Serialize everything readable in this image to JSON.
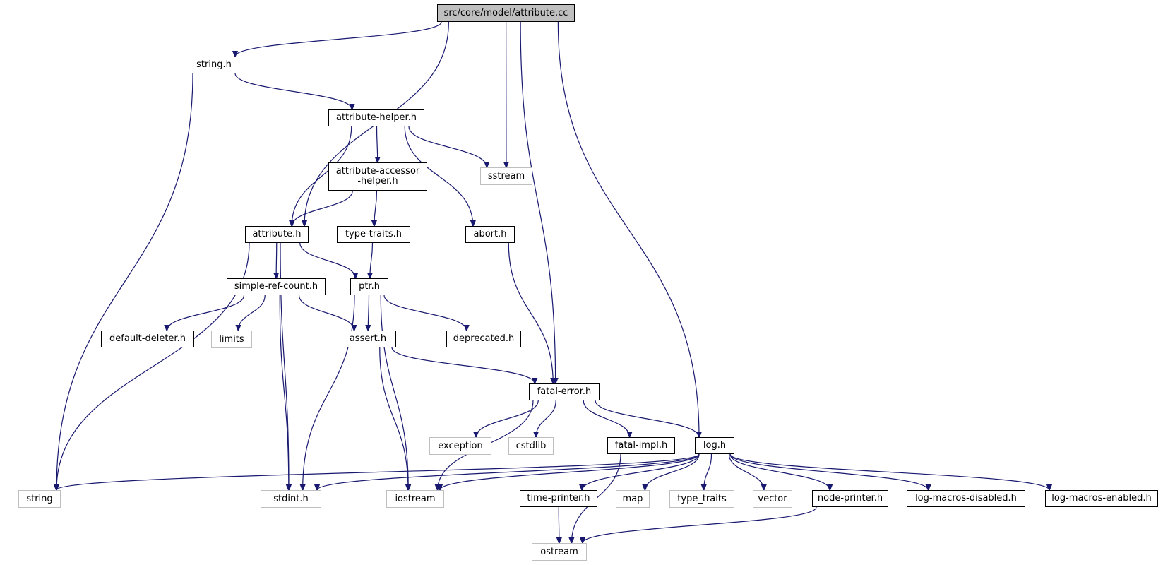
{
  "nodes": {
    "root": {
      "label": "src/core/model/attribute.cc",
      "kind": "root"
    },
    "string_h": {
      "label": "string.h",
      "kind": "local"
    },
    "attribute_helper_h": {
      "label": "attribute-helper.h",
      "kind": "local"
    },
    "attribute_accessor_helper_h": {
      "label": "attribute-accessor\n-helper.h",
      "kind": "local"
    },
    "sstream": {
      "label": "sstream",
      "kind": "sys"
    },
    "attribute_h": {
      "label": "attribute.h",
      "kind": "local"
    },
    "type_traits_h": {
      "label": "type-traits.h",
      "kind": "local"
    },
    "abort_h": {
      "label": "abort.h",
      "kind": "local"
    },
    "simple_ref_count_h": {
      "label": "simple-ref-count.h",
      "kind": "local"
    },
    "ptr_h": {
      "label": "ptr.h",
      "kind": "local"
    },
    "default_deleter_h": {
      "label": "default-deleter.h",
      "kind": "local"
    },
    "limits": {
      "label": "limits",
      "kind": "sys"
    },
    "assert_h": {
      "label": "assert.h",
      "kind": "local"
    },
    "deprecated_h": {
      "label": "deprecated.h",
      "kind": "local"
    },
    "fatal_error_h": {
      "label": "fatal-error.h",
      "kind": "local"
    },
    "exception": {
      "label": "exception",
      "kind": "sys"
    },
    "cstdlib": {
      "label": "cstdlib",
      "kind": "sys"
    },
    "fatal_impl_h": {
      "label": "fatal-impl.h",
      "kind": "local"
    },
    "log_h": {
      "label": "log.h",
      "kind": "local"
    },
    "string": {
      "label": "string",
      "kind": "sys"
    },
    "stdint_h": {
      "label": "stdint.h",
      "kind": "sys"
    },
    "iostream": {
      "label": "iostream",
      "kind": "sys"
    },
    "time_printer_h": {
      "label": "time-printer.h",
      "kind": "local"
    },
    "map": {
      "label": "map",
      "kind": "sys"
    },
    "type_traits": {
      "label": "type_traits",
      "kind": "sys"
    },
    "vector": {
      "label": "vector",
      "kind": "sys"
    },
    "node_printer_h": {
      "label": "node-printer.h",
      "kind": "local"
    },
    "log_macros_disabled_h": {
      "label": "log-macros-disabled.h",
      "kind": "local"
    },
    "log_macros_enabled_h": {
      "label": "log-macros-enabled.h",
      "kind": "local"
    },
    "ostream": {
      "label": "ostream",
      "kind": "sys"
    }
  },
  "colors": {
    "edge": "#191970",
    "root_fill": "#bfbfbf",
    "local_border": "#000000",
    "system_border": "#bfbfbf"
  },
  "edges": [
    [
      "root",
      "string_h"
    ],
    [
      "root",
      "attribute_h"
    ],
    [
      "root",
      "sstream"
    ],
    [
      "root",
      "fatal_error_h"
    ],
    [
      "root",
      "log_h"
    ],
    [
      "string_h",
      "string"
    ],
    [
      "string_h",
      "attribute_helper_h"
    ],
    [
      "attribute_helper_h",
      "attribute_h"
    ],
    [
      "attribute_helper_h",
      "attribute_accessor_helper_h"
    ],
    [
      "attribute_helper_h",
      "sstream"
    ],
    [
      "attribute_helper_h",
      "abort_h"
    ],
    [
      "attribute_accessor_helper_h",
      "attribute_h"
    ],
    [
      "attribute_accessor_helper_h",
      "type_traits_h"
    ],
    [
      "type_traits_h",
      "ptr_h"
    ],
    [
      "abort_h",
      "fatal_error_h"
    ],
    [
      "attribute_h",
      "string"
    ],
    [
      "attribute_h",
      "stdint_h"
    ],
    [
      "attribute_h",
      "simple_ref_count_h"
    ],
    [
      "attribute_h",
      "ptr_h"
    ],
    [
      "simple_ref_count_h",
      "default_deleter_h"
    ],
    [
      "simple_ref_count_h",
      "limits"
    ],
    [
      "simple_ref_count_h",
      "stdint_h"
    ],
    [
      "simple_ref_count_h",
      "assert_h"
    ],
    [
      "ptr_h",
      "assert_h"
    ],
    [
      "ptr_h",
      "deprecated_h"
    ],
    [
      "ptr_h",
      "stdint_h"
    ],
    [
      "ptr_h",
      "iostream"
    ],
    [
      "assert_h",
      "iostream"
    ],
    [
      "assert_h",
      "fatal_error_h"
    ],
    [
      "fatal_error_h",
      "exception"
    ],
    [
      "fatal_error_h",
      "cstdlib"
    ],
    [
      "fatal_error_h",
      "fatal_impl_h"
    ],
    [
      "fatal_error_h",
      "log_h"
    ],
    [
      "fatal_error_h",
      "iostream"
    ],
    [
      "fatal_impl_h",
      "ostream"
    ],
    [
      "log_h",
      "string"
    ],
    [
      "log_h",
      "stdint_h"
    ],
    [
      "log_h",
      "iostream"
    ],
    [
      "log_h",
      "time_printer_h"
    ],
    [
      "log_h",
      "map"
    ],
    [
      "log_h",
      "type_traits"
    ],
    [
      "log_h",
      "vector"
    ],
    [
      "log_h",
      "node_printer_h"
    ],
    [
      "log_h",
      "log_macros_disabled_h"
    ],
    [
      "log_h",
      "log_macros_enabled_h"
    ],
    [
      "time_printer_h",
      "ostream"
    ],
    [
      "node_printer_h",
      "ostream"
    ]
  ]
}
